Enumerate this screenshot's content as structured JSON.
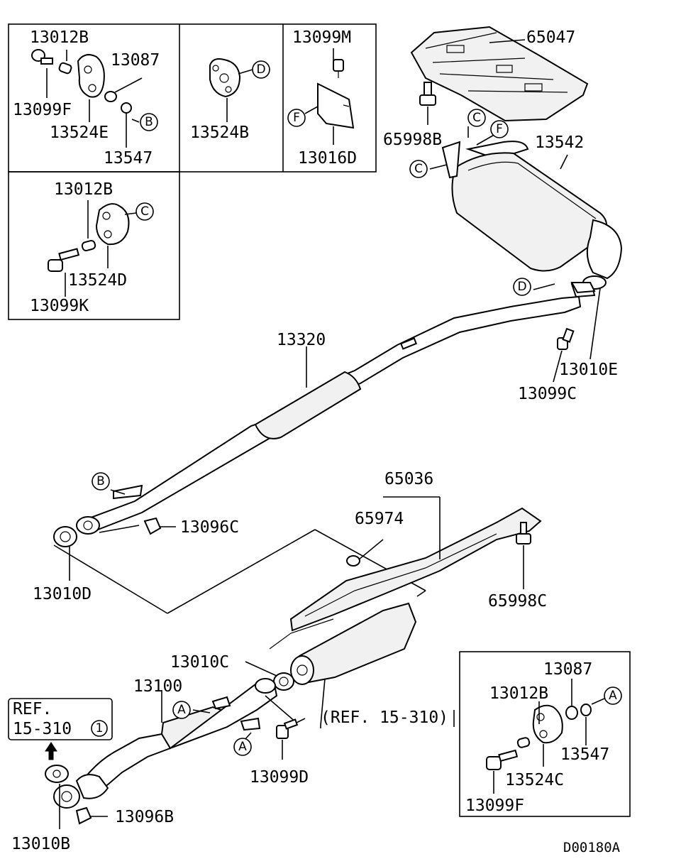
{
  "labels": {
    "p13012B_a": "13012B",
    "p13087_a": "13087",
    "p13099F_a": "13099F",
    "p13524E": "13524E",
    "p13547_a": "13547",
    "p13524B": "13524B",
    "p13099M": "13099M",
    "p13016D": "13016D",
    "p13012B_b": "13012B",
    "p13524D": "13524D",
    "p13099K": "13099K",
    "p65047": "65047",
    "p65998B": "65998B",
    "p13542": "13542",
    "p13320": "13320",
    "p13010E": "13010E",
    "p13099C": "13099C",
    "p13096C": "13096C",
    "p13010D": "13010D",
    "p65036": "65036",
    "p65974": "65974",
    "p65998C": "65998C",
    "p13010C": "13010C",
    "p13100": "13100",
    "p13099D": "13099D",
    "p13096B": "13096B",
    "p13010B": "13010B",
    "p13087_b": "13087",
    "p13012B_c": "13012B",
    "p13547_b": "13547",
    "p13524C": "13524C",
    "p13099F_b": "13099F"
  },
  "markers": {
    "m_B1": "B",
    "m_D1": "D",
    "m_F1": "F",
    "m_C1": "C",
    "m_C2": "C",
    "m_F2": "F",
    "m_C3": "C",
    "m_D2": "D",
    "m_B2": "B",
    "m_A1": "A",
    "m_A2": "A",
    "m_A3": "A"
  },
  "refs": {
    "ref_box_line1": "REF.",
    "ref_box_line2": "15-310",
    "ref_box_num": "1",
    "ref_catalyst": "(REF. 15-310)"
  },
  "footer": {
    "code": "D00180A"
  }
}
